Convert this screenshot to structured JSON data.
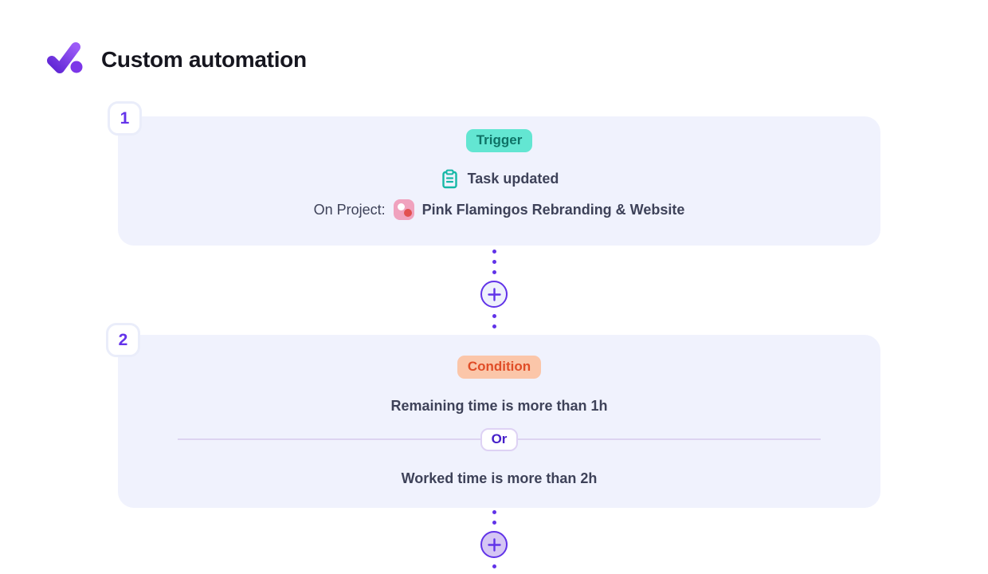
{
  "header": {
    "title": "Custom automation",
    "logo_icon": "checkmark-logo"
  },
  "trigger_card": {
    "number": "1",
    "badge_label": "Trigger",
    "event_icon": "clipboard-icon",
    "event_label": "Task updated",
    "project_prefix": "On Project:",
    "project_icon": "project-color-swatch",
    "project_name": "Pink Flamingos Rebranding & Website"
  },
  "condition_card": {
    "number": "2",
    "badge_label": "Condition",
    "condition1_text": "Remaining time is more than",
    "condition1_value": "1h",
    "operator_label": "Or",
    "condition2_text": "Worked time is more than",
    "condition2_value": "2h"
  },
  "connectors": {
    "add_button_icon": "plus-icon"
  },
  "colors": {
    "accent_purple": "#6133e8",
    "card_background": "#f0f2fd",
    "trigger_badge_bg": "#63e6d2",
    "trigger_badge_text": "#0e7266",
    "condition_badge_bg": "#fbc6a9",
    "condition_badge_text": "#e04d27",
    "or_text": "#4620c9",
    "body_text": "#3e4259",
    "teal_icon": "#16b8a6",
    "project_swatch_pink": "#f0a2be",
    "project_swatch_red": "#e25050"
  }
}
